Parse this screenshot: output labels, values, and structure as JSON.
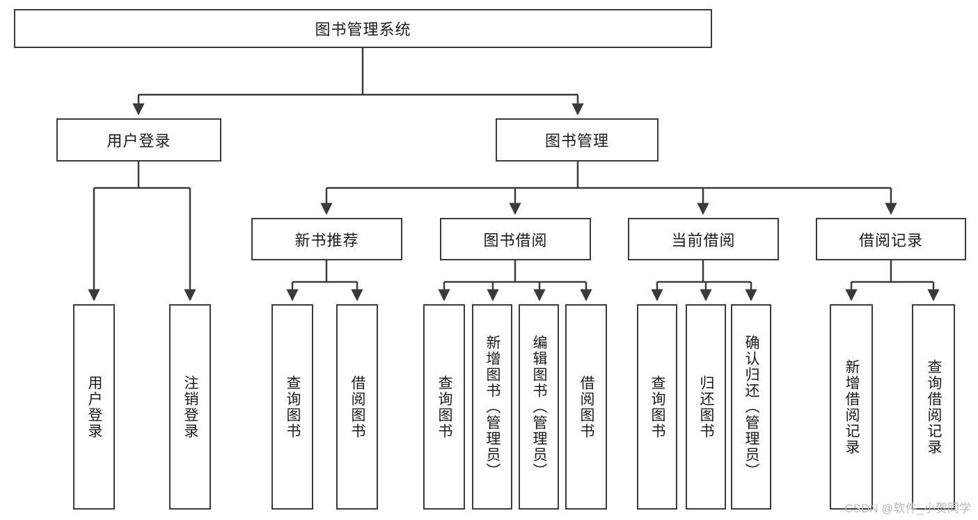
{
  "diagram": {
    "title": "图书管理系统",
    "root": {
      "label": "图书管理系统"
    },
    "level1": [
      {
        "label": "用户登录"
      },
      {
        "label": "图书管理"
      }
    ],
    "level2": [
      {
        "label": "新书推荐"
      },
      {
        "label": "图书借阅"
      },
      {
        "label": "当前借阅"
      },
      {
        "label": "借阅记录"
      }
    ],
    "leaves": {
      "user_login": [
        {
          "label": "用户登录"
        },
        {
          "label": "注销登录"
        }
      ],
      "new_book_recommend": [
        {
          "label": "查询图书"
        },
        {
          "label": "借阅图书"
        }
      ],
      "book_borrow": [
        {
          "label": "查询图书"
        },
        {
          "label": "新增图书（管理员）"
        },
        {
          "label": "编辑图书（管理员）"
        },
        {
          "label": "借阅图书"
        }
      ],
      "current_borrow": [
        {
          "label": "查询图书"
        },
        {
          "label": "归还图书"
        },
        {
          "label": "确认归还（管理员）"
        }
      ],
      "borrow_record": [
        {
          "label": "新增借阅记录"
        },
        {
          "label": "查询借阅记录"
        }
      ]
    }
  },
  "watermark": {
    "text": "CSDN @软件_小贺同学"
  },
  "colors": {
    "stroke": "#3a3a3a",
    "text": "#1b1b1b",
    "background": "#ffffff",
    "watermark": "#b9b9b9"
  }
}
